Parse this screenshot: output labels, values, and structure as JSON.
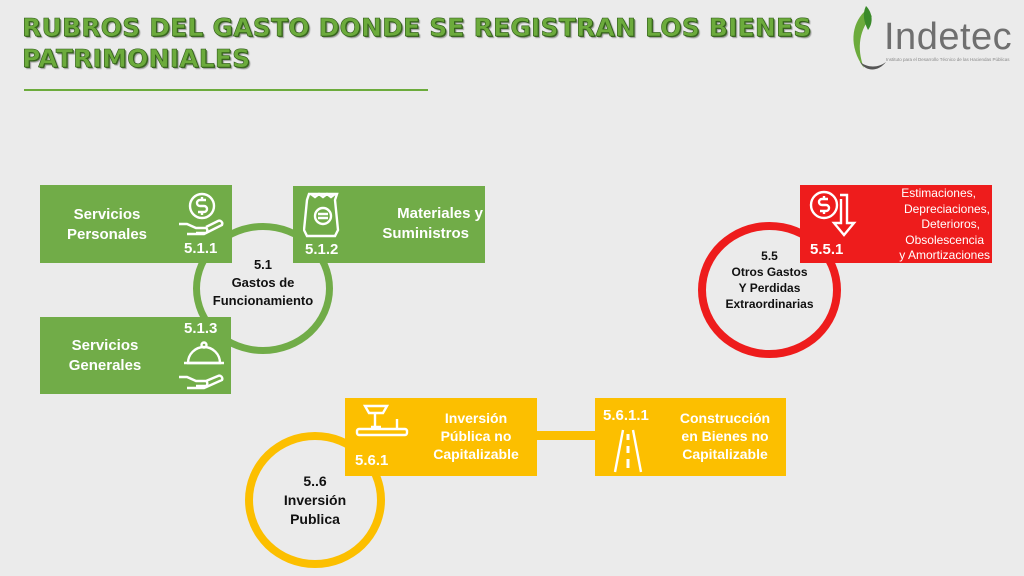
{
  "title": {
    "line1": "RUBROS DEL GASTO DONDE SE REGISTRAN LOS BIENES",
    "line2": "PATRIMONIALES"
  },
  "logo": {
    "name": "Indetec",
    "tagline": "Instituto para el Desarrollo Técnico de las Haciendas Públicas"
  },
  "colors": {
    "green": "#71ac48",
    "red": "#ee1c1c",
    "yellow": "#fcbf00",
    "title_green": "#6cab3c"
  },
  "nodes": {
    "funcionamiento": {
      "code": "5.1",
      "lines": [
        "Gastos de",
        "Funcionamiento"
      ]
    },
    "otros_gastos": {
      "code": "5.5",
      "lines": [
        "Otros Gastos",
        "Y Perdidas",
        "Extraordinarias"
      ]
    },
    "inversion": {
      "code": "5..6",
      "lines": [
        "Inversión",
        "Publica"
      ]
    }
  },
  "boxes": {
    "servicios_personales": {
      "code": "5.1.1",
      "lines": [
        "Servicios",
        "Personales"
      ],
      "icon": "money-hand-icon"
    },
    "materiales_suministros": {
      "code": "5.1.2",
      "lines": [
        "Materiales y",
        "Suministros"
      ],
      "icon": "supplies-bag-icon"
    },
    "servicios_generales": {
      "code": "5.1.3",
      "lines": [
        "Servicios",
        "Generales"
      ],
      "icon": "service-tray-icon"
    },
    "estimaciones": {
      "code": "5.5.1",
      "lines": [
        "Estimaciones,",
        "Depreciaciones,",
        "Deterioros,",
        "Obsolescencia",
        "y Amortizaciones"
      ],
      "icon": "money-down-arrow-icon"
    },
    "inversion_publica": {
      "code": "5.6.1",
      "lines": [
        "Inversión",
        "Pública no",
        "Capitalizable"
      ],
      "icon": "construction-machine-icon"
    },
    "construccion": {
      "code": "5.6.1.1",
      "lines": [
        "Construcción",
        "en Bienes no",
        "Capitalizable"
      ],
      "icon": "road-icon"
    }
  }
}
